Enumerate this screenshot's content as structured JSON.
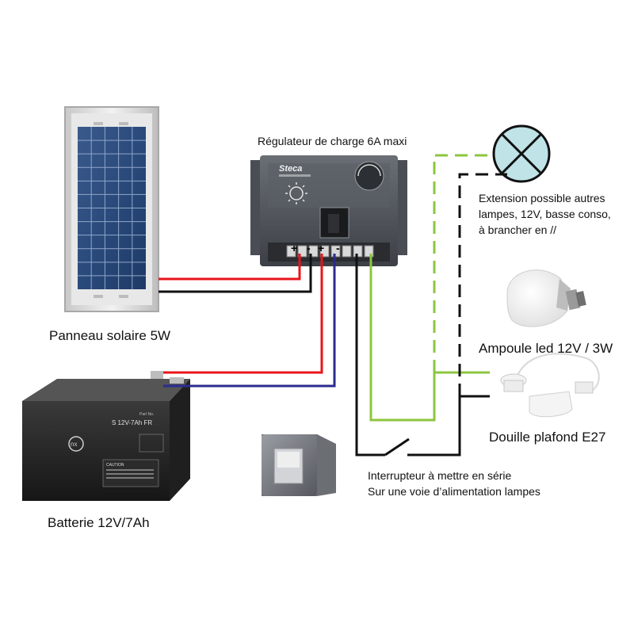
{
  "labels": {
    "regulator": "Régulateur  de charge 6A maxi",
    "solar_panel": "Panneau solaire 5W",
    "battery": "Batterie 12V/7Ah",
    "led_bulb": "Ampoule led 12V / 3W",
    "ceiling_socket": "Douille plafond E27",
    "extension": [
      "Extension possible autres",
      "lampes, 12V, basse conso,",
      "à brancher  en //"
    ],
    "switch": [
      "Interrupteur  à mettre en série",
      "Sur une voie d’alimentation lampes"
    ]
  },
  "regulator": {
    "brand": "Steca",
    "terminals": [
      "+",
      "-",
      "+",
      "-"
    ]
  },
  "battery_marks": {
    "model": "S 12V-7Ah FR",
    "brand": "nx",
    "part": "Part No.",
    "caution": "CAUTION"
  },
  "colors": {
    "positive": "#e8141b",
    "negative": "#111111",
    "battery_negative": "#2b2b8f",
    "load": "#8cc63f"
  }
}
